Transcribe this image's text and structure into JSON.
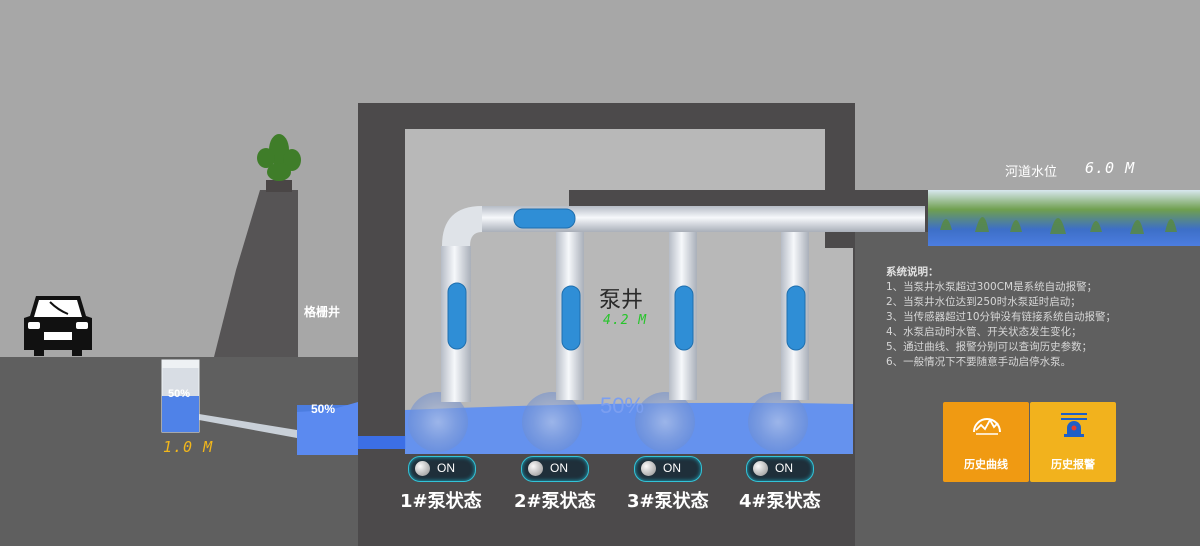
{
  "colors": {
    "sky": "#a7a7a7",
    "ground": "#5f5f5f",
    "wall": "#4c4a4b",
    "pump_room": "#b8b8b8",
    "water": "#4f7fe6",
    "pipe": "#e6e9ee",
    "window": "#2f8ed6",
    "btn_curve": "#f09a12",
    "btn_alarm": "#f2b21d",
    "meter_yellow": "#f2b71b",
    "meter_green": "#27c52b"
  },
  "river": {
    "label": "河道水位",
    "value": "6.0 M"
  },
  "pump_well": {
    "label": "泵井",
    "value": "4.2 M",
    "percent_text": "50%",
    "level_fraction": 0.5
  },
  "grate_well": {
    "label": "格栅井",
    "percent_text": "50%",
    "level_fraction": 0.5
  },
  "inlet_tank": {
    "percent_text": "50%",
    "value": "1.0 M",
    "level_fraction": 0.5
  },
  "pumps": [
    {
      "label": "1#泵状态",
      "switch": "ON"
    },
    {
      "label": "2#泵状态",
      "switch": "ON"
    },
    {
      "label": "3#泵状态",
      "switch": "ON"
    },
    {
      "label": "4#泵状态",
      "switch": "ON"
    }
  ],
  "notes": {
    "title": "系统说明：",
    "items": [
      "1、当泵井水泵超过300CM是系统自动报警；",
      "2、当泵井水位达到250时水泵延时启动；",
      "3、当传感器超过10分钟没有链接系统自动报警；",
      "4、水泵启动时水管、开关状态发生变化；",
      "5、通过曲线、报警分别可以查询历史参数；",
      "6、一般情况下不要随意手动启停水泵。"
    ]
  },
  "buttons": {
    "history_curve": {
      "label": "历史曲线",
      "icon": "chart-curve-icon"
    },
    "history_alarm": {
      "label": "历史报警",
      "icon": "alarm-siren-icon"
    }
  },
  "icons": {
    "vehicle": "car-icon",
    "tree": "plant-icon"
  }
}
